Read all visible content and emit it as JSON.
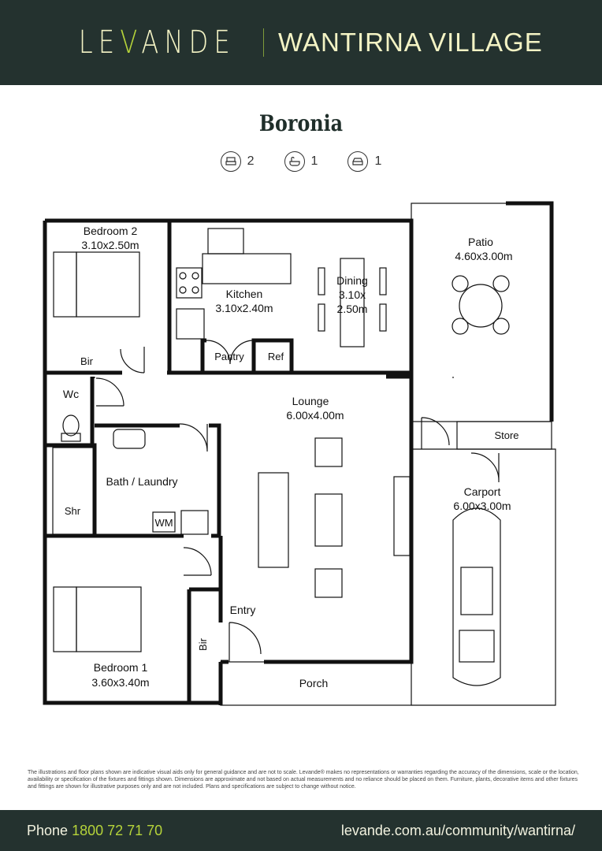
{
  "header": {
    "brand_pre": "LE",
    "brand_v": "V",
    "brand_post": "ANDE",
    "village": "WANTIRNA VILLAGE"
  },
  "plan_title": "Boronia",
  "specs": [
    {
      "icon": "bed-icon",
      "value": "2"
    },
    {
      "icon": "bath-icon",
      "value": "1"
    },
    {
      "icon": "car-icon",
      "value": "1"
    }
  ],
  "rooms": {
    "bedroom2": {
      "name": "Bedroom 2",
      "size": "3.10x2.50m"
    },
    "kitchen": {
      "name": "Kitchen",
      "size": "3.10x2.40m"
    },
    "dining": {
      "name": "Dining",
      "size1": "3.10x",
      "size2": "2.50m"
    },
    "patio": {
      "name": "Patio",
      "size": "4.60x3.00m"
    },
    "bir_top": "Bir",
    "pantry": "Pantry",
    "ref": "Ref",
    "wc": "Wc",
    "lounge": {
      "name": "Lounge",
      "size": "6.00x4.00m"
    },
    "store": "Store",
    "bath": "Bath / Laundry",
    "shr": "Shr",
    "wm": "WM",
    "carport": {
      "name": "Carport",
      "size": "6.00x3.00m"
    },
    "entry": "Entry",
    "bir_side": "Bir",
    "bedroom1": {
      "name": "Bedroom 1",
      "size": "3.60x3.40m"
    },
    "porch": "Porch"
  },
  "disclaimer": "The illustrations and floor plans shown are indicative visual aids only for general guidance and are not to scale. Levande® makes no representations or warranties regarding the accuracy of the dimensions, scale or the location, availability or specification of the fixtures and fittings shown. Dimensions are approximate and not based on actual measurements and no reliance should be placed on them. Furniture, plants, decorative items and other fixtures and fittings are shown for illustrative purposes only and are not included. Plans and specifications are subject to change without notice.",
  "footer": {
    "phone_label": "Phone",
    "phone": "1800 72 71 70",
    "url": "levande.com.au/community/wantirna/"
  },
  "colors": {
    "brand_dark": "#24322f",
    "accent": "#b5d33a",
    "cream": "#f3f3c4"
  }
}
